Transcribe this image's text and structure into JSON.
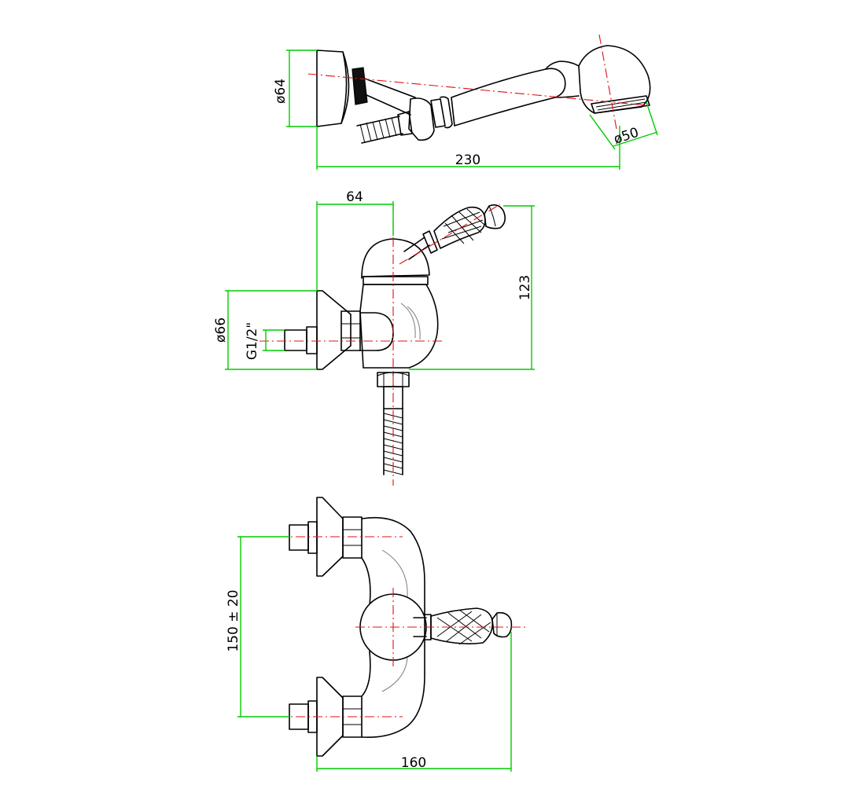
{
  "dimensions": {
    "handshower_overall_length": "230",
    "handshower_head_diameter": "ø50",
    "wall_flange_diameter_top": "ø64",
    "side_body_depth": "64",
    "side_height": "123",
    "side_flange_diameter": "ø66",
    "inlet_thread": "G1/2\"",
    "inlet_spacing": "150 ± 20",
    "front_projection": "160"
  },
  "colors": {
    "outline": "#000000",
    "centerline": "#e01010",
    "dimension": "#00cc00"
  }
}
